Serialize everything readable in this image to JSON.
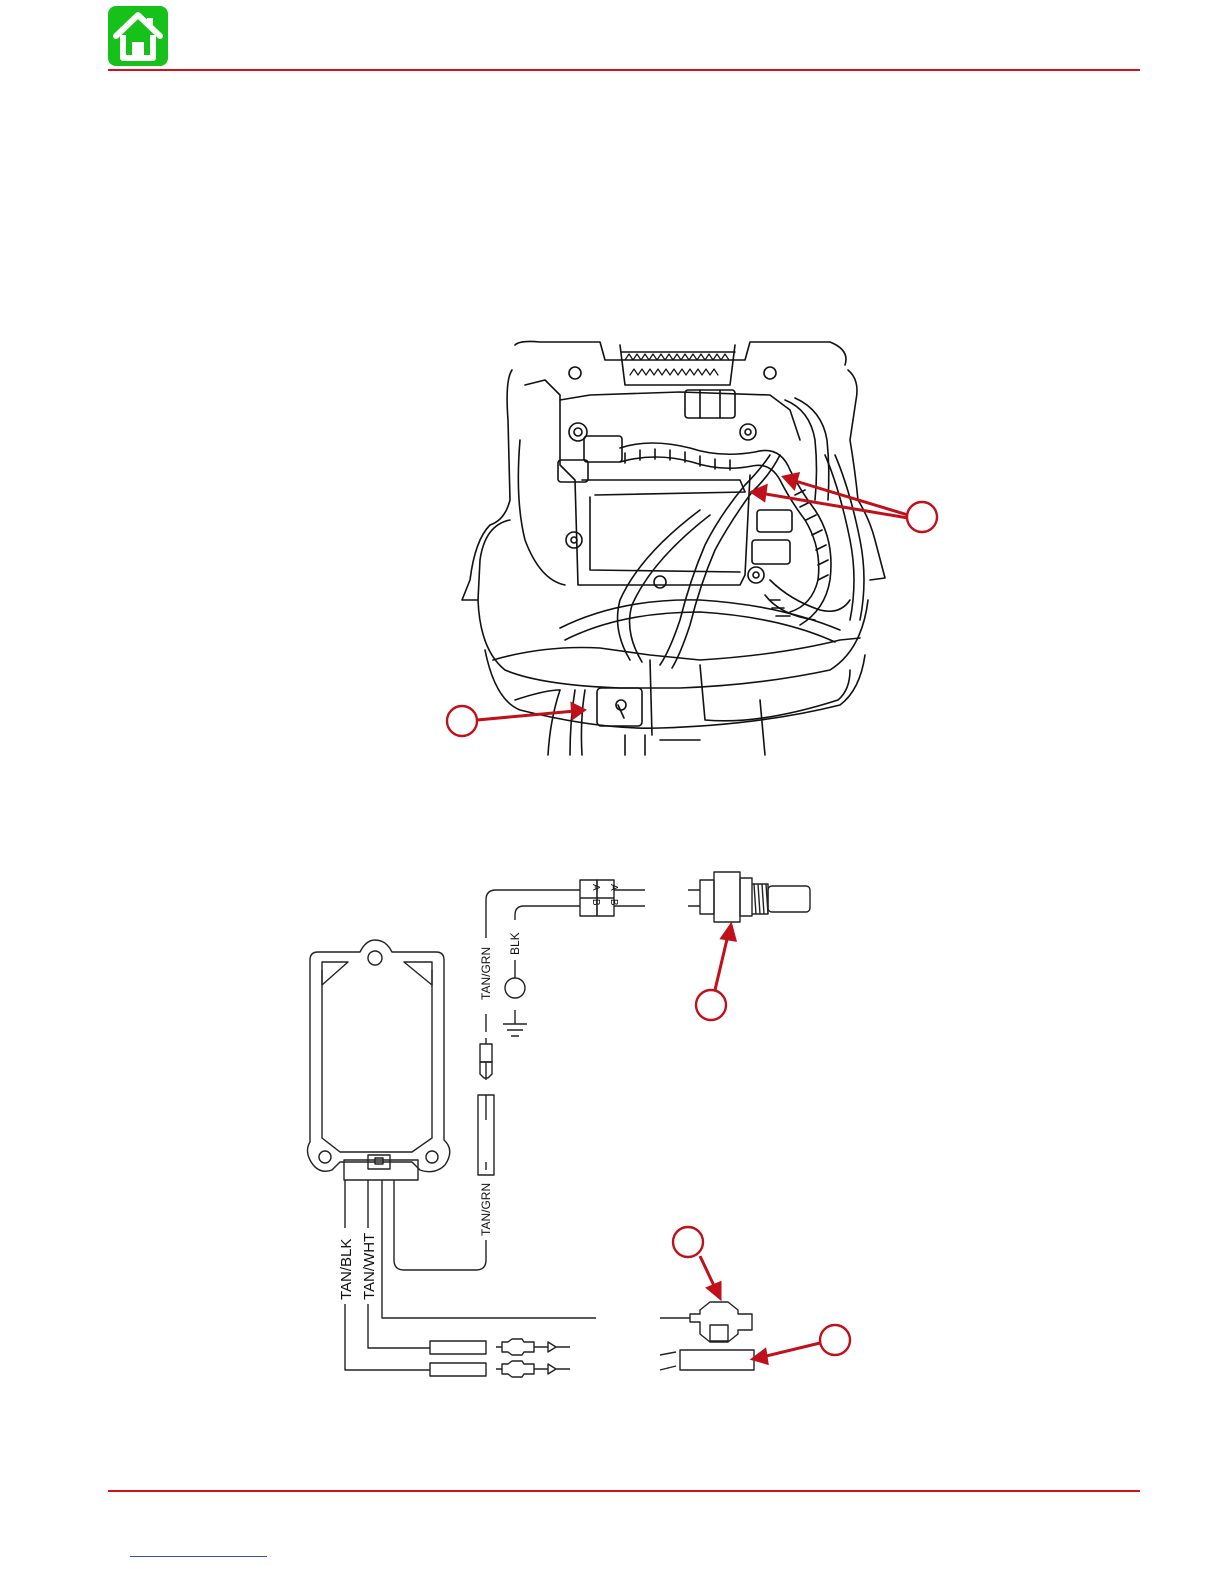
{
  "header": {
    "home_icon": "home-icon",
    "accent_color": "#16c21a",
    "rule_color": "#d0121b"
  },
  "figure_bottom": {
    "connector_labels": {
      "top": "A B",
      "bottom": "A B"
    },
    "wire_labels": {
      "tan_grn_upper": "TAN/GRN",
      "blk": "BLK",
      "tan_grn_lower": "TAN/GRN",
      "tan_blk": "TAN/BLK",
      "tan_wht": "TAN/WHT"
    }
  },
  "callout_color": "#c0101a"
}
